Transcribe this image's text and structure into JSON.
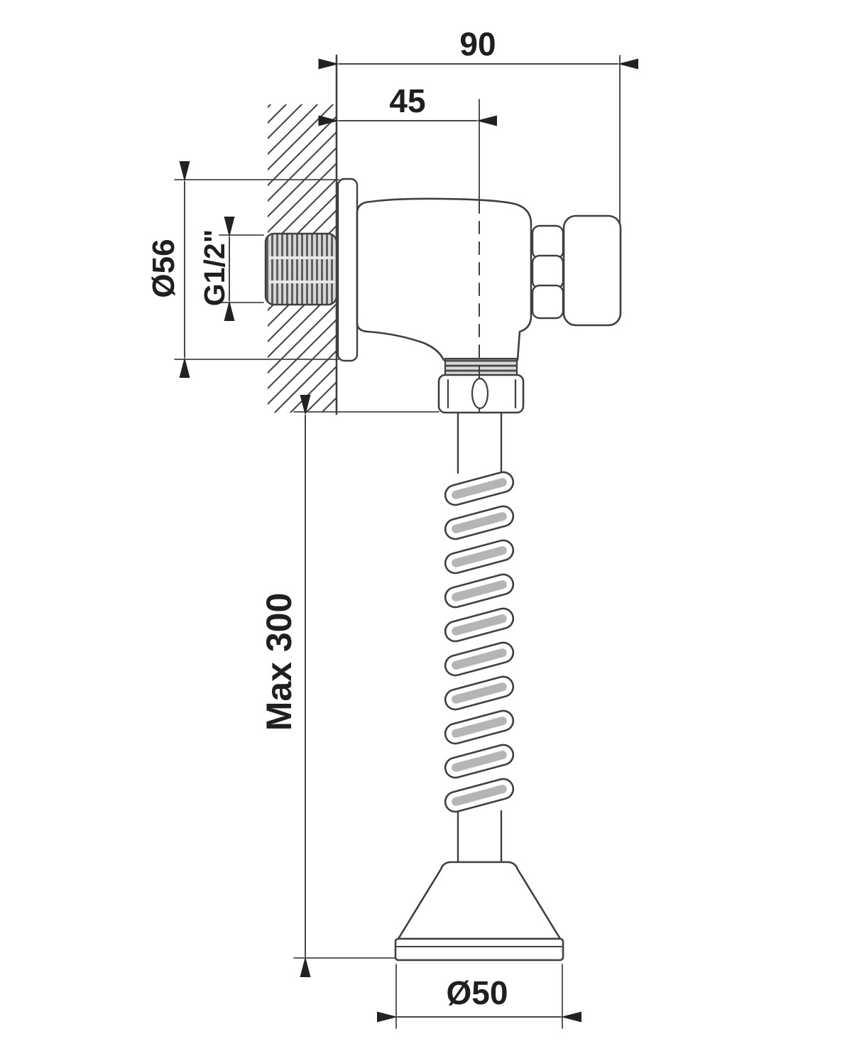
{
  "colors": {
    "line": "#3f3f3f",
    "dim_line": "#474747",
    "text": "#1f1f1f",
    "shading": "#b5b5b5",
    "background": "#ffffff"
  },
  "dimensions": {
    "overall_depth": {
      "label": "90"
    },
    "depth_to_center": {
      "label": "45"
    },
    "flange_diameter": {
      "label": "Ø56"
    },
    "inlet_thread": {
      "label": "G1/2\""
    },
    "hose_max_length": {
      "label": "Max 300"
    },
    "outlet_diameter": {
      "label": "Ø50"
    }
  }
}
